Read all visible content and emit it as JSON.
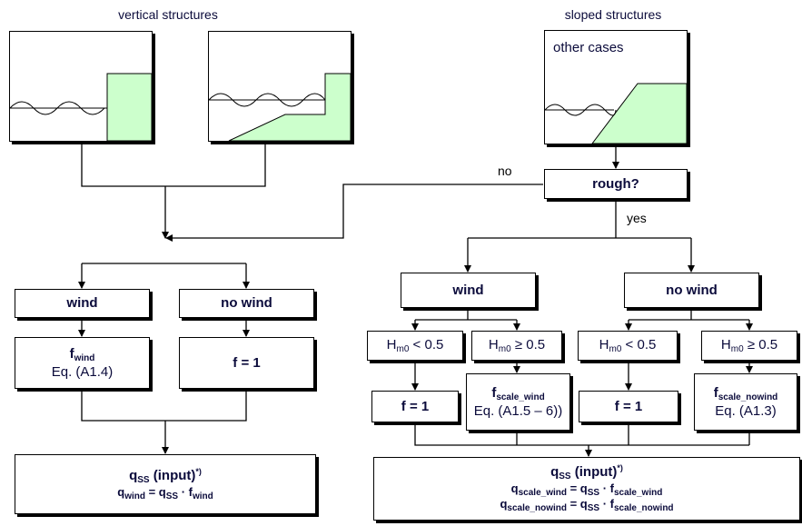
{
  "headings": {
    "vertical": "vertical structures",
    "sloped": "sloped structures"
  },
  "illustration_text": {
    "other_cases": "other cases"
  },
  "decision": {
    "question": "rough?",
    "no": "no",
    "yes": "yes"
  },
  "left": {
    "wind": "wind",
    "no_wind": "no wind",
    "f_wind": {
      "f": "f",
      "sub": "wind",
      "eq": "Eq. (A1.4)"
    },
    "f_one": "f = 1",
    "result": {
      "line1": {
        "q": "q",
        "sub": "SS",
        "rest": " (input)",
        "sup": "*)"
      },
      "line2": {
        "q": "q",
        "sub": "wind",
        "eq": " = q",
        "sub2": "SS",
        "dot": " · f",
        "sub3": "wind"
      }
    }
  },
  "right": {
    "wind": "wind",
    "no_wind": "no wind",
    "cond_lt": {
      "h": "H",
      "sub": "m0",
      "rest": " < 0.5"
    },
    "cond_ge": {
      "h": "H",
      "sub": "m0",
      "rest": " ≥ 0.5"
    },
    "f_one": "f = 1",
    "f_scale_wind": {
      "f": "f",
      "sub": "scale_wind",
      "eq": "Eq. (A1.5 – 6))"
    },
    "f_scale_nowind": {
      "f": "f",
      "sub": "scale_nowind",
      "eq": "Eq. (A1.3)"
    },
    "result": {
      "line1": {
        "q": "q",
        "sub": "SS",
        "rest": " (input)",
        "sup": "*)"
      },
      "line2": {
        "q": "q",
        "sub": "scale_wind",
        "eq": " = q",
        "sub2": "SS",
        "dot": " · f",
        "sub3": "scale_wind"
      },
      "line3": {
        "q": "q",
        "sub": "scale_nowind",
        "eq": " = q",
        "sub2": "SS",
        "dot": " · f",
        "sub3": "scale_nowind"
      }
    }
  },
  "colors": {
    "structure_fill": "#ccffcc",
    "text": "#0b0b3b",
    "line": "#000000"
  }
}
